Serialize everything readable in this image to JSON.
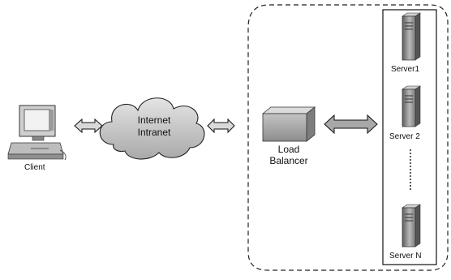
{
  "nodes": {
    "client": {
      "label": "Client"
    },
    "network": {
      "line1": "Internet",
      "line2": "Intranet"
    },
    "load_balancer": {
      "line1": "Load",
      "line2": "Balancer"
    },
    "servers": [
      {
        "label": "Server1"
      },
      {
        "label": "Server 2"
      },
      {
        "label": "Server N"
      }
    ]
  }
}
